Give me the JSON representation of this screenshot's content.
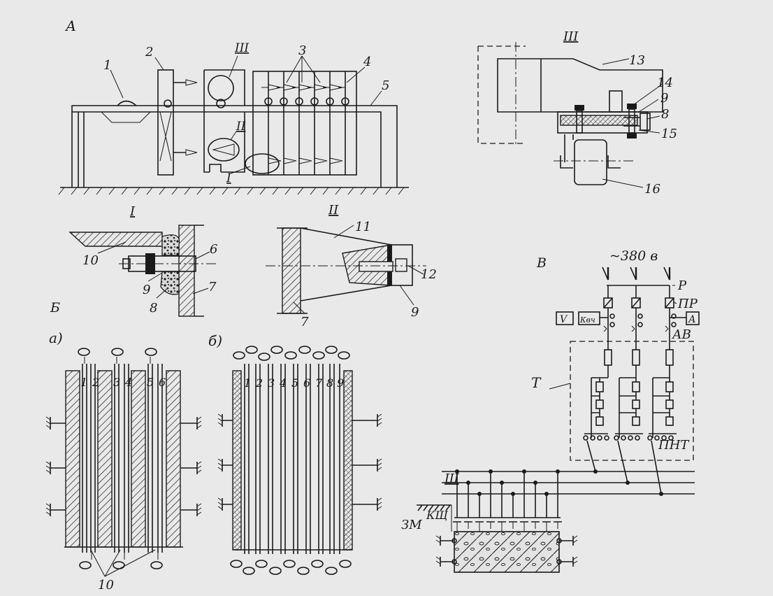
{
  "figure": {
    "panel_labels": {
      "a": "А",
      "b": "Б",
      "v": "В"
    },
    "detail_labels": {
      "d1": "I",
      "d2": "II",
      "d3": "III"
    },
    "sub_labels": {
      "a": "а)",
      "b": "б)"
    },
    "callouts": {
      "c1": "1",
      "c2": "2",
      "c3": "3",
      "c4": "4",
      "c5": "5",
      "c6": "6",
      "c7": "7",
      "c8": "8",
      "c9": "9",
      "c10": "10",
      "c11": "11",
      "c12": "12",
      "c13": "13",
      "c14": "14",
      "c15": "15",
      "c16": "16"
    },
    "plate_numbers_a": [
      "1",
      "2",
      "3",
      "4",
      "5",
      "6"
    ],
    "plate_numbers_b": [
      "1",
      "2",
      "3",
      "4",
      "5",
      "6",
      "7",
      "8",
      "9"
    ],
    "circuit": {
      "voltage": "~380 в",
      "switch": "Р",
      "fuse": "ПР",
      "breaker": "АВ",
      "transformer": "Т",
      "tap_switch": "ПНТ",
      "bus": "Ш",
      "contactor": "КЩ",
      "ground": "ЗМ",
      "voltmeter": "V",
      "kwh_meter": "Квч",
      "ammeter": "А"
    }
  }
}
